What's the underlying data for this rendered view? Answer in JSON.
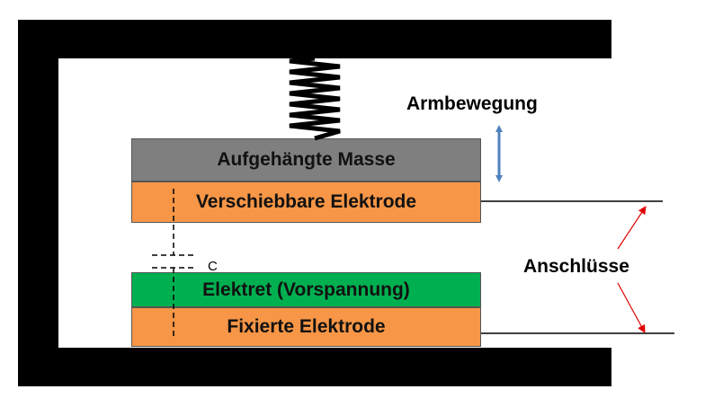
{
  "labels": {
    "mass": "Aufgehängte Masse",
    "movable_electrode": "Verschiebbare Elektrode",
    "electret": "Elektret (Vorspannung)",
    "fixed_electrode": "Fixierte Elektrode",
    "motion": "Armbewegung",
    "terminals": "Anschlüsse",
    "capacitor": "C"
  },
  "colors": {
    "frame": "#000000",
    "mass": "#7f7f7f",
    "electrode": "#f79646",
    "electret": "#00b050",
    "motion_arrow": "#4f81bd",
    "terminal_arrow": "#e00000"
  }
}
